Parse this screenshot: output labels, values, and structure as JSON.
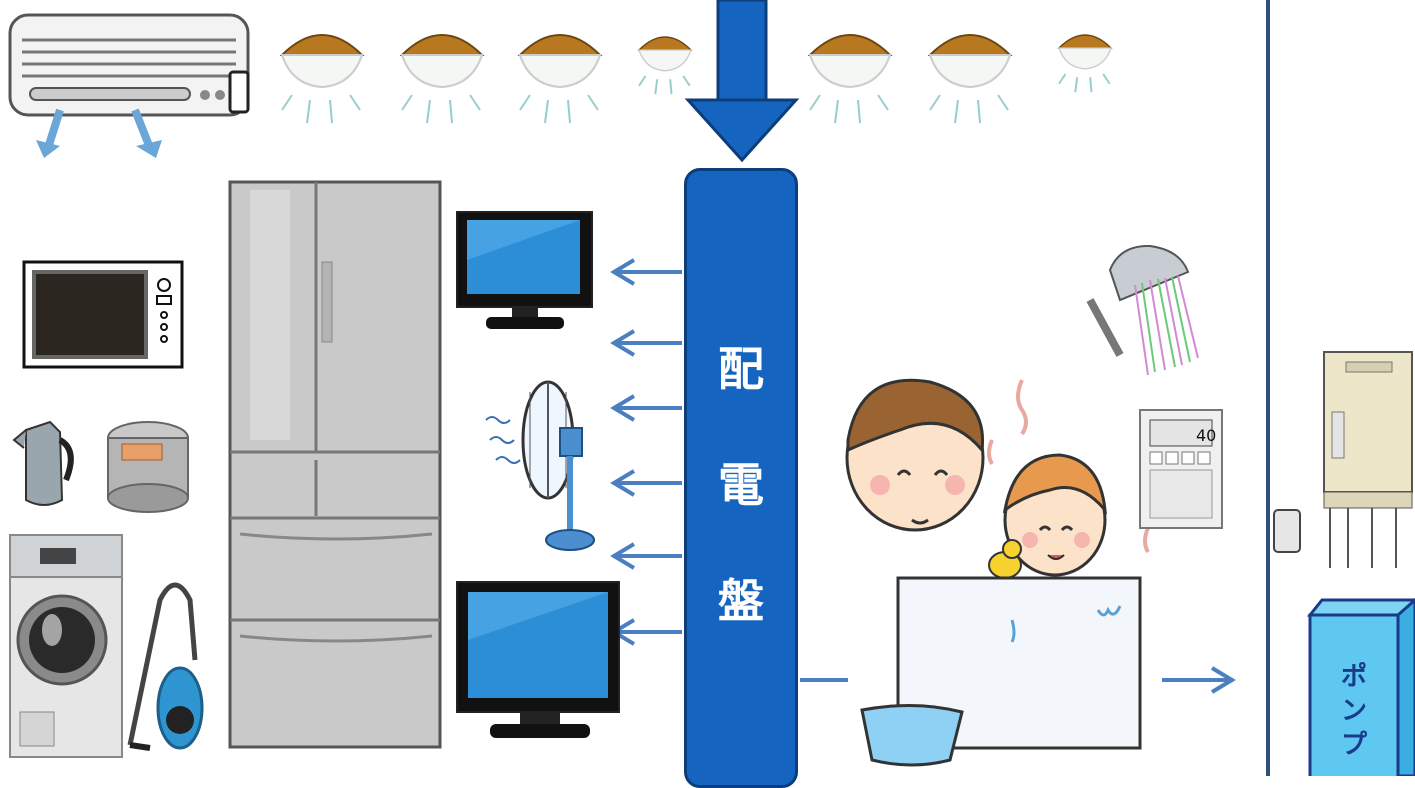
{
  "panel": {
    "chars": [
      "配",
      "電",
      "盤"
    ]
  },
  "pump": {
    "chars": [
      "ポ",
      "ン",
      "プ"
    ]
  },
  "water_heater_display": "40",
  "colors": {
    "panel_blue": "#1565c0",
    "panel_border": "#0d3d7a",
    "arrow_blue": "#4a7fc1",
    "divider": "#2f4f7f",
    "pump_cyan": "#5ec8f0",
    "pump_border": "#1a3a8a"
  },
  "icons": [
    "air-conditioner-icon",
    "ceiling-light-icon",
    "microwave-icon",
    "kettle-icon",
    "rice-cooker-icon",
    "washing-machine-icon",
    "vacuum-cleaner-icon",
    "refrigerator-icon",
    "television-icon",
    "electric-fan-icon",
    "bathtub-family-icon",
    "shower-icon",
    "bath-remote-control-icon",
    "water-heater-icon",
    "pump-icon"
  ]
}
